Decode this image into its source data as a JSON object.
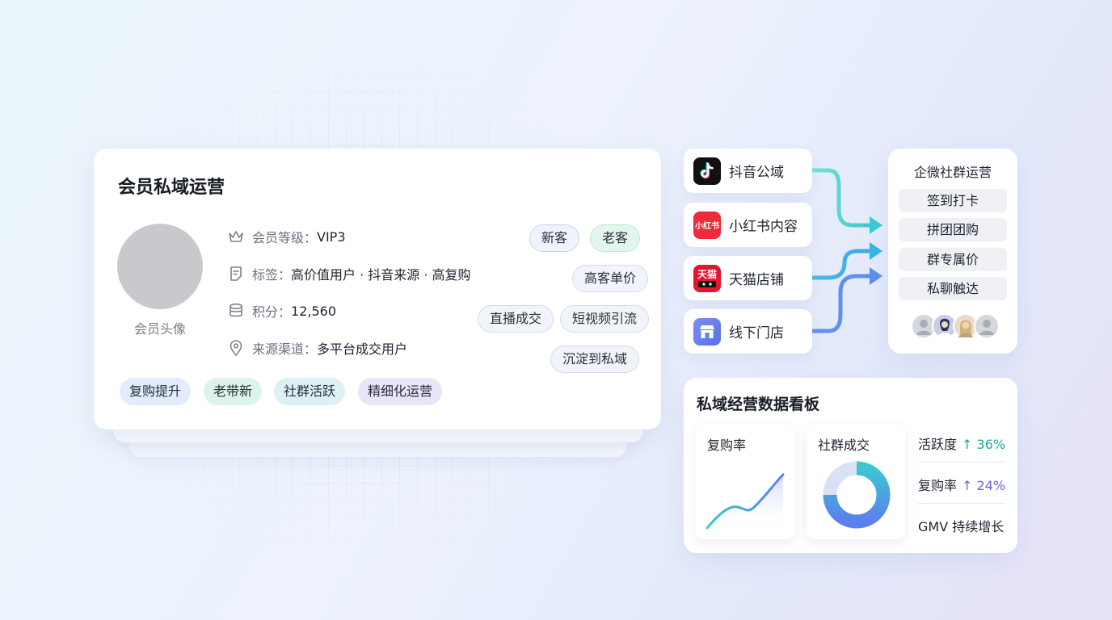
{
  "member_card": {
    "title": "会员私域运营",
    "avatar_label": "会员头像",
    "info": [
      {
        "key": "会员等级：",
        "value": "VIP3",
        "icon": "crown-icon"
      },
      {
        "key": "标签：",
        "value": "高价值用户 · 抖音来源 · 高复购",
        "icon": "tag-note-icon"
      },
      {
        "key": "积分：",
        "value": "12,560",
        "icon": "coins-icon"
      },
      {
        "key": "来源渠道：",
        "value": "多平台成交用户",
        "icon": "location-pin-icon"
      }
    ],
    "pills": [
      "新客",
      "老客",
      "高客单价",
      "直播成交",
      "短视频引流",
      "沉淀到私域"
    ],
    "tags": [
      "复购提升",
      "老带新",
      "社群活跃",
      "精细化运营"
    ]
  },
  "channels": [
    {
      "label": "抖音公域",
      "icon": "douyin-icon",
      "icon_text": "",
      "color": "#111111"
    },
    {
      "label": "小红书内容",
      "icon": "xiaohongshu-icon",
      "icon_text": "小红书",
      "color": "#ee2b3a"
    },
    {
      "label": "天猫店铺",
      "icon": "tmall-icon",
      "icon_text": "天猫",
      "color": "#e3162b"
    },
    {
      "label": "线下门店",
      "icon": "store-icon",
      "icon_text": "",
      "color": "#6a7ef0"
    }
  ],
  "group_ops": {
    "title": "企微社群运营",
    "items": [
      "签到打卡",
      "拼团团购",
      "群专属价",
      "私聊触达"
    ]
  },
  "dashboard": {
    "title": "私域经营数据看板",
    "repurchase_title": "复购率",
    "community_title": "社群成交",
    "stats": [
      {
        "label": "活跃度",
        "value": "↑ 36%",
        "color": "#1fa6a0"
      },
      {
        "label": "复购率",
        "value": "↑ 24%",
        "color": "#6b63e0"
      }
    ],
    "gmv_text": "GMV 持续增长"
  },
  "colors": {
    "flow_teal": "#3fd0c6",
    "flow_blue": "#5b8ff0"
  }
}
